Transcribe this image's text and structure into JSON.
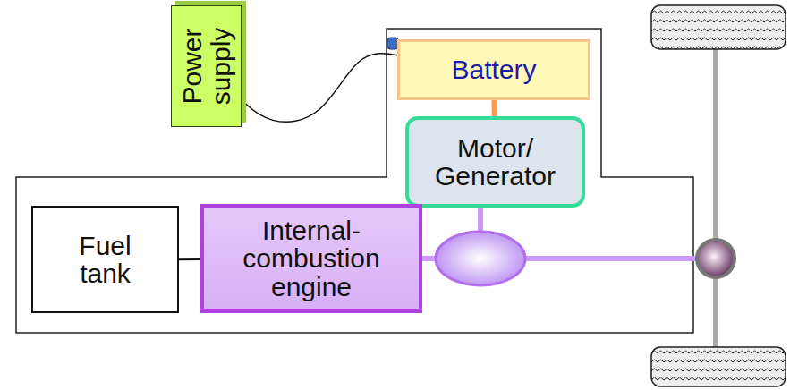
{
  "diagram": {
    "nodes": [
      {
        "text": [
          "Power supply"
        ]
      },
      {
        "text": [
          "Battery"
        ]
      },
      {
        "text": [
          "Motor/ Generator"
        ]
      },
      {
        "text": [
          "Fuel tank"
        ]
      },
      {
        "text": [
          "Internal- combustion engine"
        ]
      }
    ],
    "edges": [
      {
        "from": 0,
        "to": 1,
        "arrow": "none"
      },
      {
        "from": 1,
        "to": 2,
        "arrow": "none"
      },
      {
        "from": 3,
        "to": 4,
        "arrow": "none"
      }
    ]
  }
}
